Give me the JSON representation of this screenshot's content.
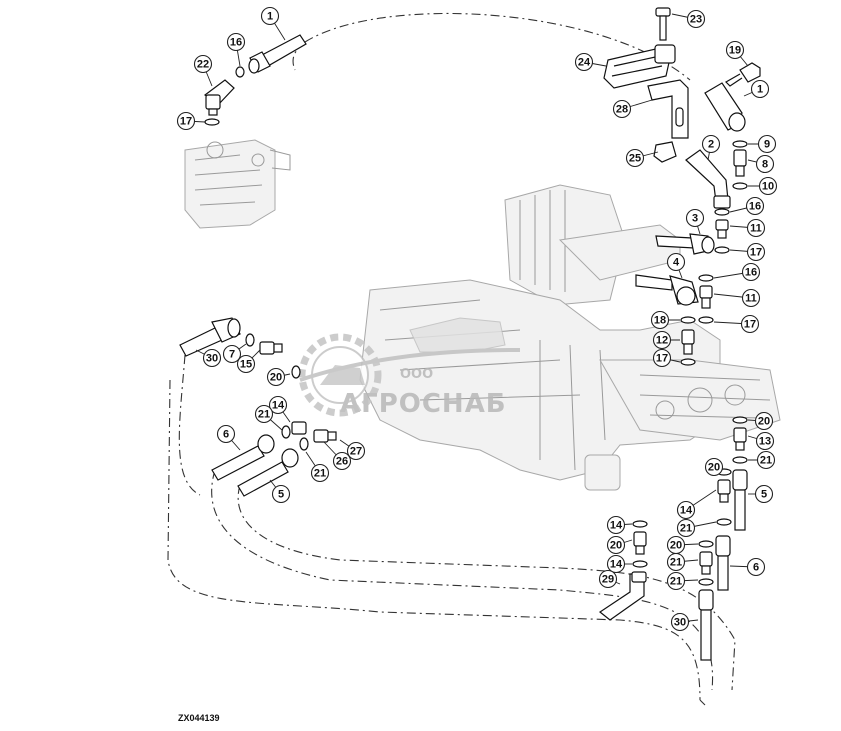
{
  "figure": {
    "id": "ZX044139"
  },
  "watermark": {
    "company": "ООО",
    "brand": "АГРОСНАБ"
  },
  "callouts": [
    {
      "n": "1"
    },
    {
      "n": "16"
    },
    {
      "n": "22"
    },
    {
      "n": "17"
    },
    {
      "n": "23"
    },
    {
      "n": "24"
    },
    {
      "n": "19"
    },
    {
      "n": "1"
    },
    {
      "n": "28"
    },
    {
      "n": "25"
    },
    {
      "n": "2"
    },
    {
      "n": "9"
    },
    {
      "n": "8"
    },
    {
      "n": "10"
    },
    {
      "n": "16"
    },
    {
      "n": "3"
    },
    {
      "n": "11"
    },
    {
      "n": "17"
    },
    {
      "n": "4"
    },
    {
      "n": "16"
    },
    {
      "n": "11"
    },
    {
      "n": "18"
    },
    {
      "n": "17"
    },
    {
      "n": "12"
    },
    {
      "n": "17"
    },
    {
      "n": "30"
    },
    {
      "n": "7"
    },
    {
      "n": "15"
    },
    {
      "n": "20"
    },
    {
      "n": "14"
    },
    {
      "n": "21"
    },
    {
      "n": "6"
    },
    {
      "n": "21"
    },
    {
      "n": "26"
    },
    {
      "n": "27"
    },
    {
      "n": "5"
    },
    {
      "n": "20"
    },
    {
      "n": "13"
    },
    {
      "n": "21"
    },
    {
      "n": "20"
    },
    {
      "n": "5"
    },
    {
      "n": "14"
    },
    {
      "n": "21"
    },
    {
      "n": "20"
    },
    {
      "n": "14"
    },
    {
      "n": "20"
    },
    {
      "n": "21"
    },
    {
      "n": "14"
    },
    {
      "n": "6"
    },
    {
      "n": "29"
    },
    {
      "n": "21"
    },
    {
      "n": "30"
    }
  ]
}
